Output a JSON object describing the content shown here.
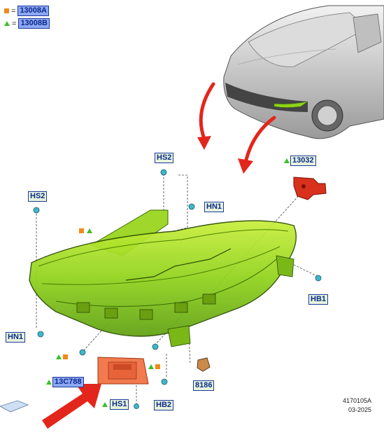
{
  "legend": [
    {
      "symbol": "orange-square",
      "eq": "=",
      "code": "13008A"
    },
    {
      "symbol": "green-triangle",
      "eq": "=",
      "code": "13008B"
    }
  ],
  "callouts": {
    "hs2_top": "HS2",
    "hs2_left": "HS2",
    "hn1_top": "HN1",
    "hn1_left": "HN1",
    "p13032": "13032",
    "hb1": "HB1",
    "p13c788": "13C788",
    "hs1": "HS1",
    "hb2": "HB2",
    "p8186": "8186"
  },
  "footer": {
    "figure_id": "4170105A",
    "date": "03-2025"
  },
  "colors": {
    "headlamp_green": "#8fd21a",
    "bracket_red": "#d8321e",
    "module_orange": "#f27a4e",
    "arrow_red": "#e3261c",
    "callout_blue": "#8ea8f4",
    "callout_green_bg": "#e7f4dc",
    "callout_border": "#1a3a9a"
  }
}
